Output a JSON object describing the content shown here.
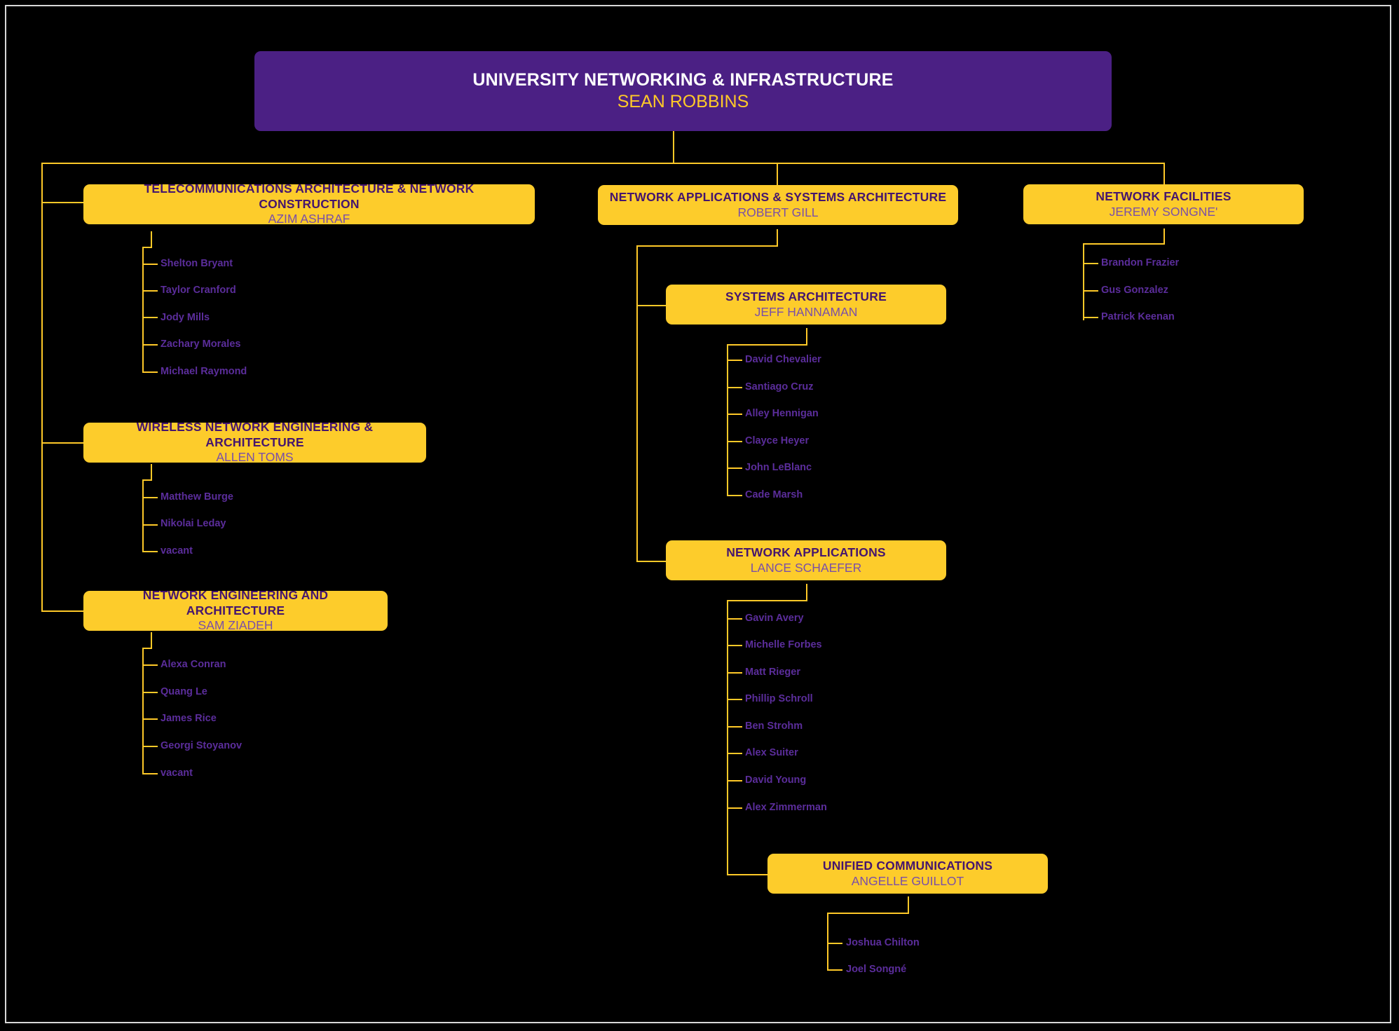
{
  "chart_data": {
    "type": "diagram",
    "title": "University Networking & Infrastructure Organizational Chart",
    "colors": {
      "background": "#000000",
      "root_box": "#4B2084",
      "unit_box": "#FDCC2B",
      "connector": "#FFC928",
      "root_title_text": "#FFFFFF",
      "root_person_text": "#FFC928",
      "unit_title_text": "#45156E",
      "unit_person_text": "#7A4FA8",
      "leaf_text": "#5B2D9B",
      "frame_border": "#D8D8D8"
    }
  },
  "root": {
    "title": "UNIVERSITY NETWORKING & INFRASTRUCTURE",
    "person": "SEAN ROBBINS"
  },
  "divisions": [
    {
      "id": "telecom",
      "title": "TELECOMMUNICATIONS ARCHITECTURE & NETWORK CONSTRUCTION",
      "person": "AZIM ASHRAF",
      "staff": [
        "Shelton Bryant",
        "Taylor Cranford",
        "Jody Mills",
        "Zachary Morales",
        "Michael Raymond"
      ]
    },
    {
      "id": "wireless",
      "title": "WIRELESS NETWORK ENGINEERING & ARCHITECTURE",
      "person": "ALLEN TOMS",
      "staff": [
        "Matthew Burge",
        "Nikolai Leday",
        "vacant"
      ]
    },
    {
      "id": "netengarch",
      "title": "NETWORK ENGINEERING AND ARCHITECTURE",
      "person": "SAM ZIADEH",
      "staff": [
        "Alexa Conran",
        "Quang Le",
        "James Rice",
        "Georgi Stoyanov",
        "vacant"
      ]
    },
    {
      "id": "netappsys",
      "title": "NETWORK APPLICATIONS & SYSTEMS ARCHITECTURE",
      "person": "ROBERT GILL",
      "staff": []
    },
    {
      "id": "sysarch",
      "title": "SYSTEMS ARCHITECTURE",
      "person": "JEFF HANNAMAN",
      "staff": [
        "David Chevalier",
        "Santiago Cruz",
        "Alley Hennigan",
        "Clayce Heyer",
        "John LeBlanc",
        "Cade Marsh"
      ]
    },
    {
      "id": "netapps",
      "title": "NETWORK APPLICATIONS",
      "person": "LANCE SCHAEFER",
      "staff": [
        "Gavin Avery",
        "Michelle Forbes",
        "Matt Rieger",
        "Phillip Schroll",
        "Ben Strohm",
        "Alex Suiter",
        "David Young",
        "Alex Zimmerman"
      ]
    },
    {
      "id": "unifiedcomms",
      "title": "UNIFIED COMMUNICATIONS",
      "person": "ANGELLE GUILLOT",
      "staff": [
        "Joshua Chilton",
        "Joel Songné"
      ]
    },
    {
      "id": "netfacilities",
      "title": "NETWORK FACILITIES",
      "person": "JEREMY SONGNE'",
      "staff": [
        "Brandon Frazier",
        "Gus Gonzalez",
        "Patrick Keenan"
      ]
    }
  ]
}
